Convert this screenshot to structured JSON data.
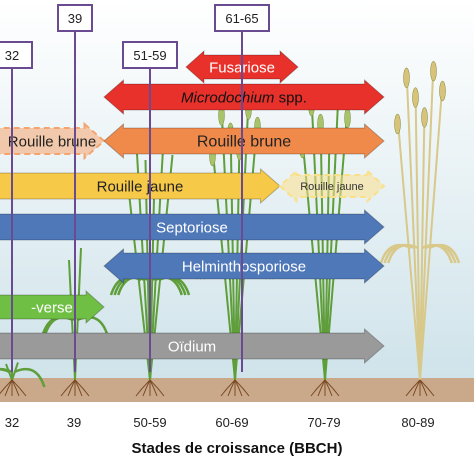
{
  "stage_markers": [
    {
      "label": "32"
    },
    {
      "label": "39"
    },
    {
      "label": "51-59"
    },
    {
      "label": "61-65"
    }
  ],
  "diseases": [
    {
      "name": "Fusariose",
      "italic": false,
      "color": "#e8312b",
      "text_color": "#ffffff",
      "dashed": false
    },
    {
      "name": "Microdochium",
      "suffix": " spp.",
      "italic": true,
      "color": "#e8312b",
      "text_color": "#111111",
      "dashed": false
    },
    {
      "name": "Rouille brune",
      "italic": false,
      "color": "#f5a46e",
      "text_color": "#222222",
      "dashed": true
    },
    {
      "name": "Rouille brune",
      "italic": false,
      "color": "#f08a4b",
      "text_color": "#222222",
      "dashed": false
    },
    {
      "name": "Rouille jaune",
      "italic": false,
      "color": "#f7c948",
      "text_color": "#222222",
      "dashed": false
    },
    {
      "name": "Rouille jaune",
      "italic": false,
      "color": "#fbe08a",
      "text_color": "#333333",
      "dashed": true
    },
    {
      "name": "Septoriose",
      "italic": false,
      "color": "#4f78b9",
      "text_color": "#ffffff",
      "dashed": false
    },
    {
      "name": "Helminthosporiose",
      "italic": false,
      "color": "#4f78b9",
      "text_color": "#ffffff",
      "dashed": false
    },
    {
      "name": "-verse",
      "italic": false,
      "color": "#6fbf44",
      "text_color": "#ffffff",
      "dashed": false
    },
    {
      "name": "Oïdium",
      "italic": false,
      "color": "#9a9a9a",
      "text_color": "#ffffff",
      "dashed": false
    }
  ],
  "growth_stages": [
    "32",
    "39",
    "50-59",
    "60-69",
    "70-79",
    "80-89"
  ],
  "x_axis_title": "Stades de croissance (BBCH)",
  "colors": {
    "sky_top": "#ffffff",
    "sky_bottom": "#cfe3ea",
    "soil": "#c9a98a",
    "marker_border": "#6a4b92",
    "plant_green": "#5f9e3a",
    "plant_ripe": "#d8c88a"
  }
}
